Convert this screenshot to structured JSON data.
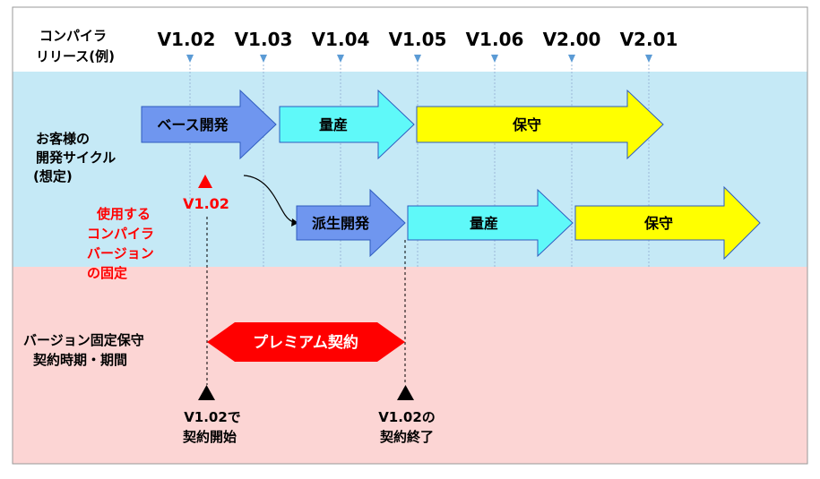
{
  "header": {
    "label_line1": "コンパイラ",
    "label_line2": "リリース(例)",
    "versions": [
      "V1.02",
      "V1.03",
      "V1.04",
      "V1.05",
      "V1.06",
      "V2.00",
      "V2.01"
    ]
  },
  "customer_cycle": {
    "label_lines": [
      "お客様の",
      "開発サイクル",
      "(想定)"
    ],
    "row1": [
      "ベース開発",
      "量産",
      "保守"
    ],
    "row2": [
      "派生開発",
      "量産",
      "保守"
    ],
    "marker_version": "V1.02",
    "fix_label_lines": [
      "使用する",
      "コンパイラ",
      "バージョン",
      "の固定"
    ]
  },
  "maintenance": {
    "label_lines": [
      "バージョン固定保守",
      "契約時期・期間"
    ],
    "contract_label": "プレミアム契約",
    "start_lines": [
      "V1.02で",
      "契約開始"
    ],
    "end_lines": [
      "V1.02の",
      "契約終了"
    ]
  },
  "colors": {
    "band_blue": "#c5e9f6",
    "band_pink": "#fcd5d4",
    "arrow_blue": "#6f96ef",
    "arrow_cyan": "#5ff9f9",
    "arrow_yellow": "#ffff00",
    "contract_red": "#ff0000",
    "marker_red": "#ff0000",
    "tick_blue": "#5b9bd5"
  }
}
